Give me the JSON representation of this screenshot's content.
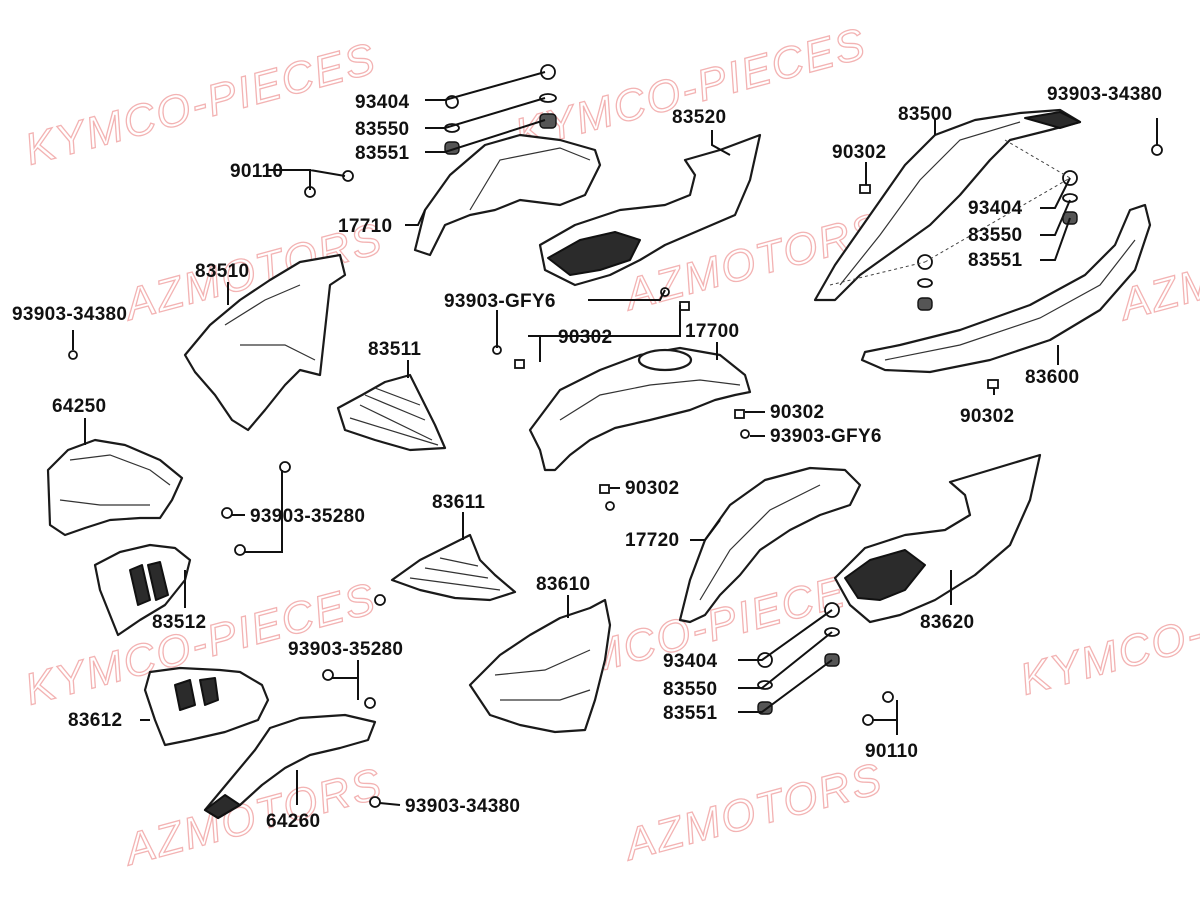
{
  "watermarks": [
    "KYMCO-PIECES",
    "KYMCO-PIECES",
    "AZMOTORS",
    "AZMOTORS",
    "KYMCO-PIECES",
    "KYMCO-PIECES",
    "KYMCO-PIECES",
    "AZMOTORS",
    "AZMOTORS",
    "AZM"
  ],
  "watermark_color": "#ef9a9a",
  "labels": {
    "p93404_a": "93404",
    "p83550_a": "83550",
    "p83551_a": "83551",
    "p90110_a": "90110",
    "p17710": "17710",
    "p83520": "83520",
    "p83500": "83500",
    "p93903_34380_a": "93903-34380",
    "p90302_a": "90302",
    "p93404_b": "93404",
    "p83550_b": "83550",
    "p83551_b": "83551",
    "p83510": "83510",
    "p93903_34380_b": "93903-34380",
    "p93903_gfy6_a": "93903-GFY6",
    "p90302_b": "90302",
    "p17700": "17700",
    "p83511": "83511",
    "p83600": "83600",
    "p90302_c": "90302",
    "p64250": "64250",
    "p90302_d": "90302",
    "p93903_gfy6_b": "93903-GFY6",
    "p93903_35280_a": "93903-35280",
    "p90302_e": "90302",
    "p83611": "83611",
    "p17720": "17720",
    "p83512": "83512",
    "p83610": "83610",
    "p83620": "83620",
    "p93903_35280_b": "93903-35280",
    "p93404_c": "93404",
    "p83612": "83612",
    "p83550_c": "83550",
    "p83551_c": "83551",
    "p90110_b": "90110",
    "p64260": "64260",
    "p93903_34380_c": "93903-34380"
  }
}
